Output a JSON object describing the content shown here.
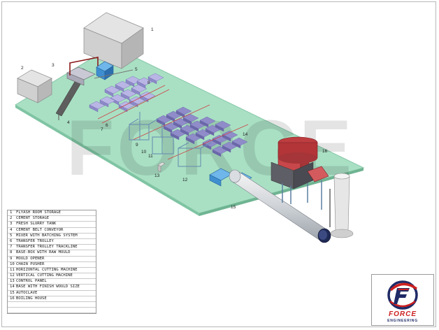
{
  "watermark": "FORCE",
  "legend": [
    {
      "num": "1",
      "label": "FLYASH ROOM STORAGE"
    },
    {
      "num": "2",
      "label": "CEMENT STORAGE"
    },
    {
      "num": "3",
      "label": "FRESH SLURRY TANK"
    },
    {
      "num": "4",
      "label": "CEMENT BELT CONVEYOR"
    },
    {
      "num": "5",
      "label": "MIXER WITH BATCHING SYSTEM"
    },
    {
      "num": "6",
      "label": "TRANSFER TROLLEY"
    },
    {
      "num": "7",
      "label": "TRANSFER TROLLEY TRACKLINE"
    },
    {
      "num": "8",
      "label": "BASE-BOX WITH RAW MOULD"
    },
    {
      "num": "9",
      "label": "MOULD OPENER"
    },
    {
      "num": "10",
      "label": "CHAIN PUSHER"
    },
    {
      "num": "11",
      "label": "HORIZONTAL CUTTING MACHINE"
    },
    {
      "num": "12",
      "label": "VERTICAL CUTTING MACHINE"
    },
    {
      "num": "13",
      "label": "CONTROL PANEL"
    },
    {
      "num": "14",
      "label": "BASE WITH FINISH WOULD SIZE"
    },
    {
      "num": "15",
      "label": "AUTOCLAVE"
    },
    {
      "num": "16",
      "label": "BOILING HOUSE"
    }
  ],
  "callouts": [
    "1",
    "2",
    "3",
    "4",
    "5",
    "6",
    "7",
    "8",
    "9",
    "10",
    "11",
    "12",
    "13",
    "14",
    "15",
    "16"
  ],
  "logo": {
    "brand": "FORCE",
    "tagline": "ENGINEERING"
  },
  "colors": {
    "floor": "#a9e0c4",
    "floor_side": "#7fc4a3",
    "brand_red": "#cc1f1f",
    "brand_navy": "#1f2a66",
    "machine_blue": "#3f8fd0",
    "boiler_red": "#c8474a",
    "block_lilac": "#a9a6dc"
  }
}
